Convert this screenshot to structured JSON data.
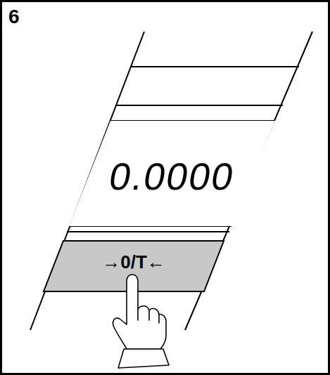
{
  "diagram": {
    "nodes": [
      {
        "text": [
          "0.0000"
        ]
      },
      {
        "text": [
          "→0/T←"
        ]
      }
    ],
    "labels": [
      "6"
    ]
  }
}
